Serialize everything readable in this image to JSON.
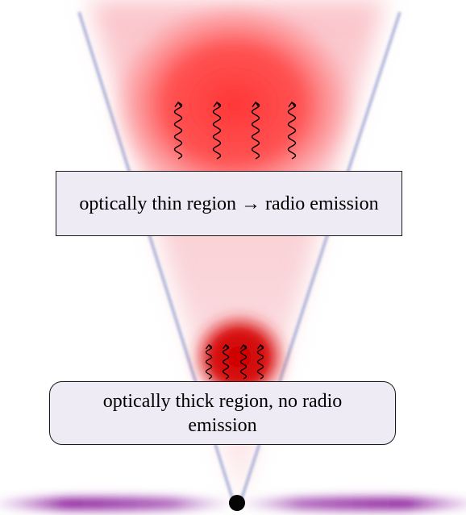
{
  "labels": {
    "thin_region": "optically thin region → radio emission",
    "thick_region": "optically thick region, no radio emission"
  },
  "colors": {
    "background": "#ffffff",
    "jet_cone_fill": "#f6a0aa",
    "cone_edge": "#9ea8d4",
    "thin_blob": "#ff3a3a",
    "thick_blob": "#d40000",
    "disk": "#8a1a9a",
    "core": "#000000",
    "label_fill": "#efebf5",
    "label_border": "#1a1a1a"
  },
  "icons": {
    "thin_emission": "wavy-arrow-icon",
    "thick_emission": "wavy-arrow-icon",
    "black_hole": "filled-circle-icon"
  },
  "emission_arrows": {
    "thin_count": 4,
    "thick_count": 4
  }
}
